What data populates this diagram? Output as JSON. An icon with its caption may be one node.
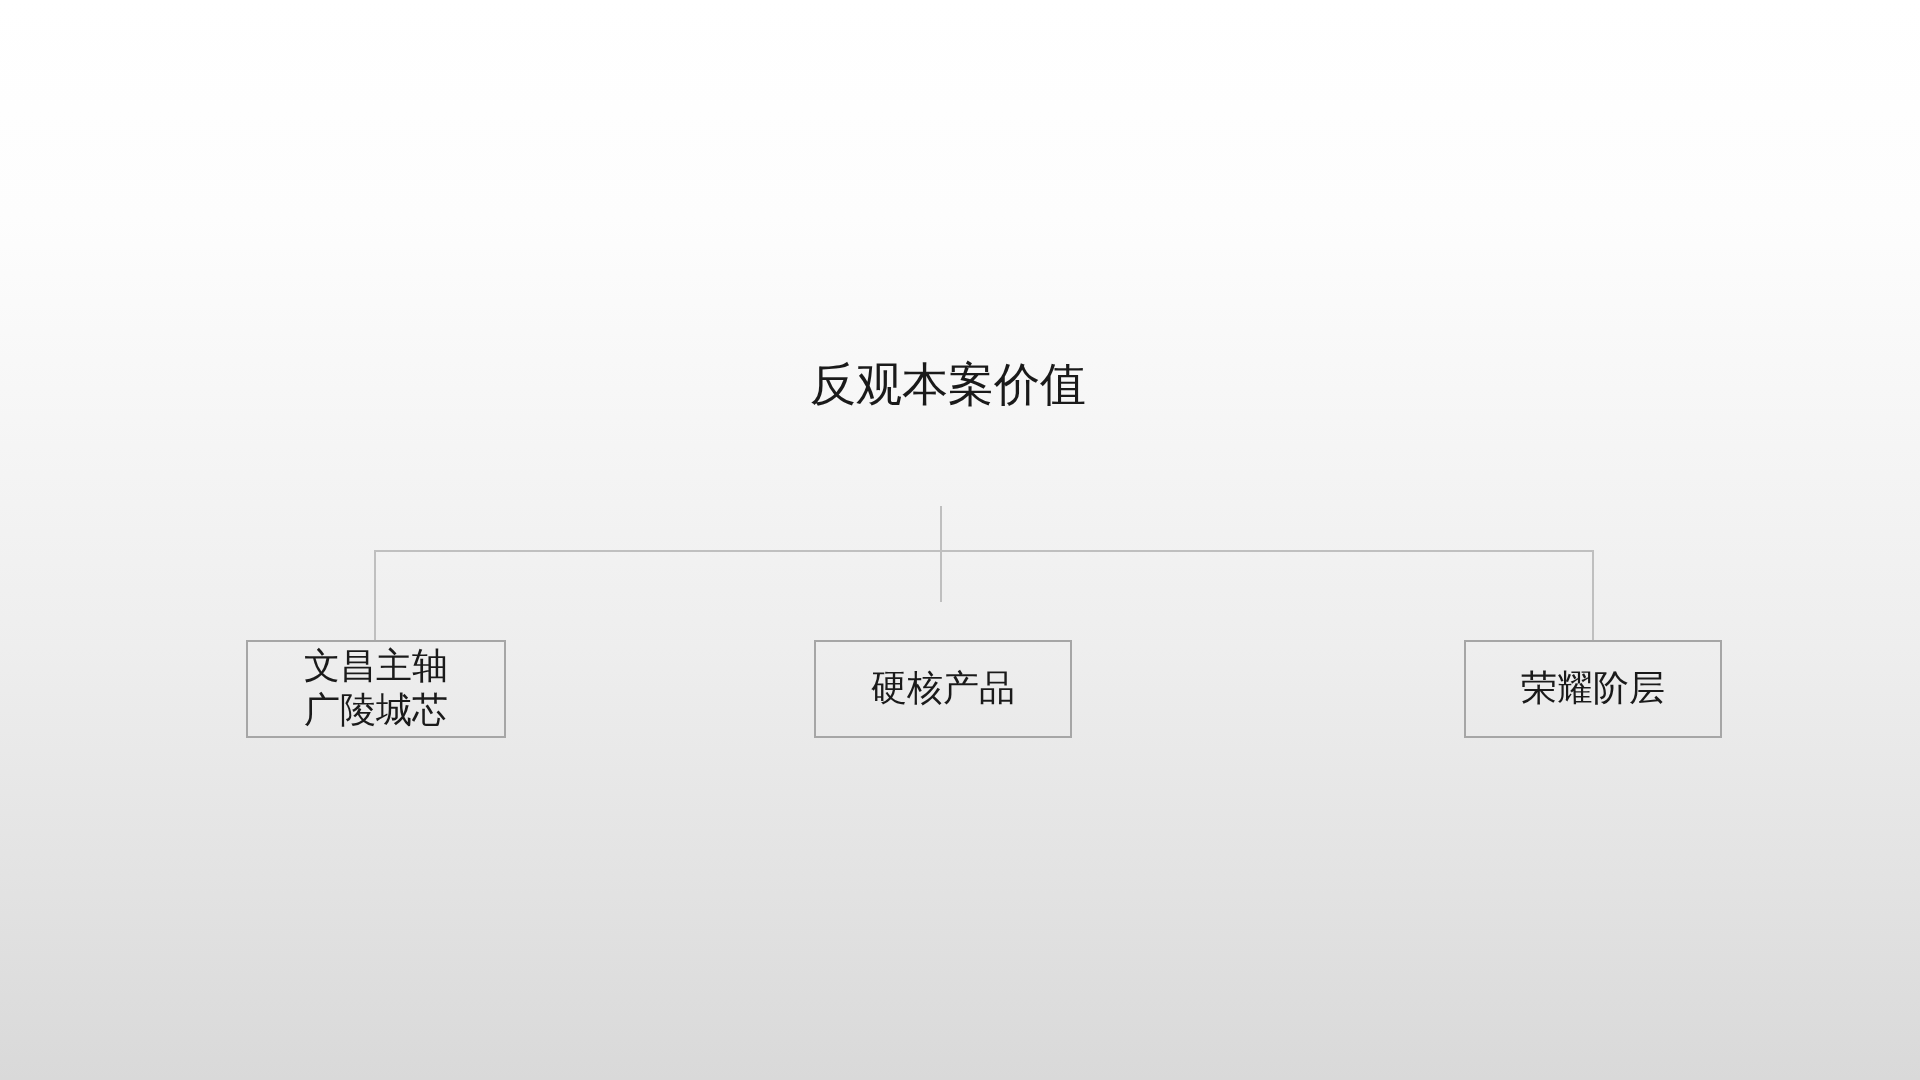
{
  "diagram": {
    "nodes": [
      {
        "text": [
          "反观本案价值"
        ]
      },
      {
        "text": [
          "文昌主轴广陵城芯"
        ]
      },
      {
        "text": [
          "硬核产品"
        ]
      },
      {
        "text": [
          "荣耀阶层"
        ]
      }
    ],
    "edges": [
      {
        "from": 0,
        "to": 1,
        "arrow": "none"
      },
      {
        "from": 0,
        "to": 2,
        "arrow": "none"
      },
      {
        "from": 0,
        "to": 3,
        "arrow": "none"
      }
    ]
  }
}
